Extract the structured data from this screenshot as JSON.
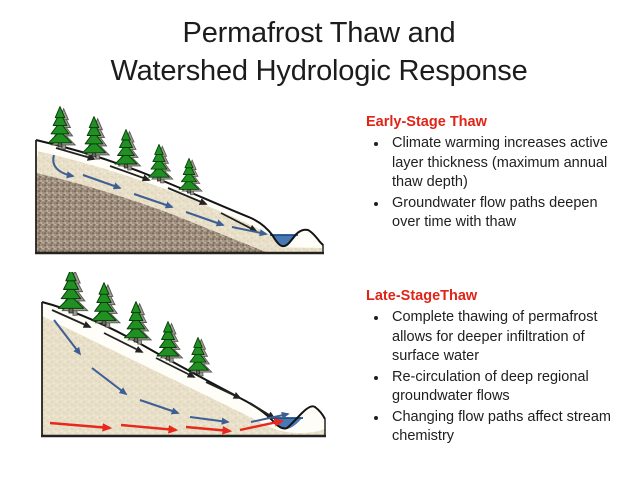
{
  "slide": {
    "title": {
      "line1": "Permafrost Thaw and",
      "line2": "Watershed Hydrologic Response"
    }
  },
  "sections": {
    "early": {
      "heading": "Early-Stage Thaw",
      "bullets": [
        "Climate warming increases active layer thickness (maximum annual thaw depth)",
        "Groundwater flow paths deepen over time with thaw"
      ]
    },
    "late": {
      "heading": "Late-StageThaw",
      "bullets": [
        "Complete thawing of permafrost allows for deeper infiltration of surface water",
        "Re-circulation of deep regional groundwater flows",
        "Changing flow paths affect stream chemistry"
      ]
    }
  },
  "colors": {
    "title_text": "#1c1c1c",
    "body_text": "#202020",
    "heading_red": "#e02417",
    "tree_green": "#1f9021",
    "tree_shadow_gray": "#9c9c94",
    "permafrost_speckled_brown": "#a29180",
    "active_layer_tan": "#e9e0c9",
    "stream_water_blue": "#4878b4",
    "surface_flow_arrow_black": "#222222",
    "groundwater_arrow_blue": "#3d5f94",
    "deep_flow_arrow_red": "#e8281c"
  },
  "icons": {
    "tree": "evergreen-tree-icon",
    "stream": "stream-water-icon",
    "surface_flow": "surface-flow-arrow-icon",
    "shallow_groundwater": "shallow-groundwater-arrow-icon",
    "deep_groundwater": "deep-groundwater-arrow-icon"
  }
}
